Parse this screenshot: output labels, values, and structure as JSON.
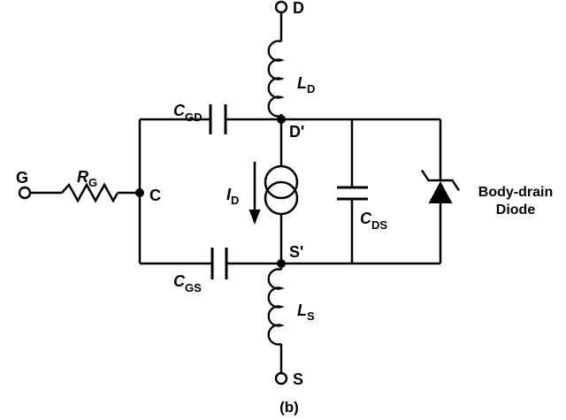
{
  "figure": {
    "caption": "(b)",
    "background_color": "#ffffff",
    "line_color": "#000000"
  },
  "terminals": {
    "gate": "G",
    "drain": "D",
    "source": "S"
  },
  "nodes": {
    "gate_internal": "C",
    "drain_internal": "D'",
    "source_internal": "S'"
  },
  "components": {
    "gate_resistor": {
      "symbol": "R",
      "subscript": "G"
    },
    "drain_inductor": {
      "symbol": "L",
      "subscript": "D"
    },
    "source_inductor": {
      "symbol": "L",
      "subscript": "S"
    },
    "gate_drain_capacitor": {
      "symbol": "C",
      "subscript": "GD"
    },
    "gate_source_capacitor": {
      "symbol": "C",
      "subscript": "GS"
    },
    "drain_source_capacitor": {
      "symbol": "C",
      "subscript": "DS"
    },
    "drain_current_source": {
      "symbol": "I",
      "subscript": "D"
    },
    "body_drain_diode": {
      "label": [
        "Body-drain",
        "Diode"
      ]
    }
  }
}
